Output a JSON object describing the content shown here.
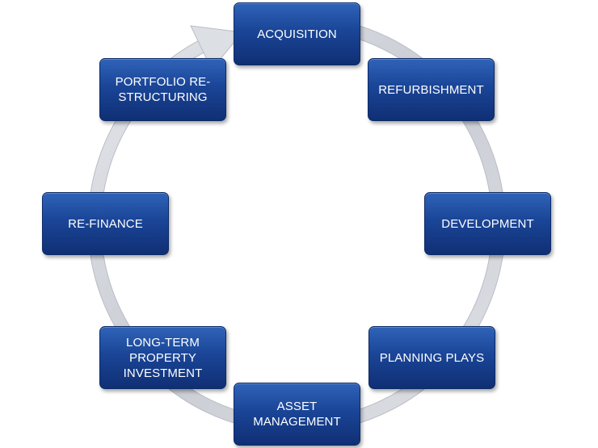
{
  "diagram": {
    "type": "cycle",
    "colors": {
      "box_fill": "#1a4597",
      "box_border": "#0b2a66",
      "box_text": "#ffffff",
      "ring": "#c9ccd3"
    },
    "steps": [
      {
        "id": "acquisition",
        "label": "ACQUISITION"
      },
      {
        "id": "refurbishment",
        "label": "REFURBISHMENT"
      },
      {
        "id": "development",
        "label": "DEVELOPMENT"
      },
      {
        "id": "planning",
        "label": "PLANNING PLAYS"
      },
      {
        "id": "asset",
        "label": "ASSET\nMANAGEMENT"
      },
      {
        "id": "longterm",
        "label": "LONG-TERM\nPROPERTY\nINVESTMENT"
      },
      {
        "id": "refinance",
        "label": "RE-FINANCE"
      },
      {
        "id": "portfolio",
        "label": "PORTFOLIO RE-\nSTRUCTURING"
      }
    ]
  }
}
